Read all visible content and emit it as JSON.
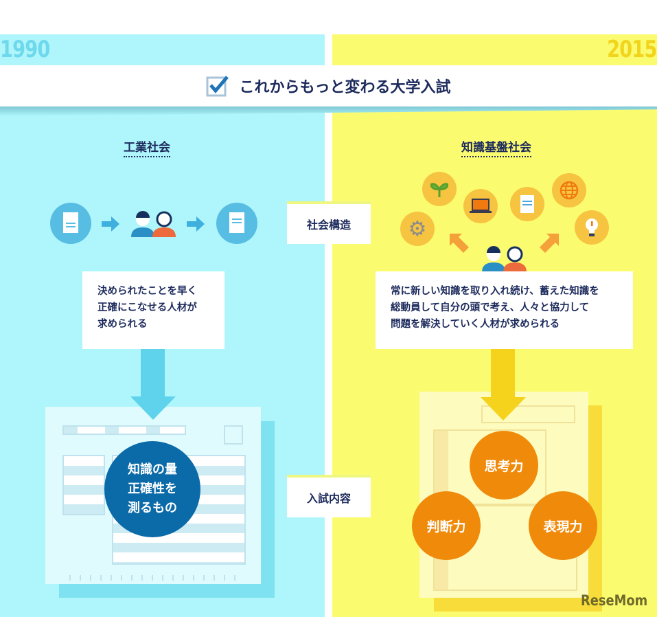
{
  "years": {
    "left": "1990",
    "right": "2015"
  },
  "title": "これからもっと変わる大学入試",
  "left": {
    "heading": "工業社会",
    "description": [
      "決められたことを早く",
      "正確にこなせる人材が",
      "求められる"
    ],
    "exam": [
      "知識の量",
      "正確性を",
      "測るもの"
    ]
  },
  "right": {
    "heading": "知識基盤社会",
    "description": [
      "常に新しい知識を取り入れ続け、蓄えた知識を",
      "総動員して自分の頭で考え、人々と協力して",
      "問題を解決していく人材が求められる"
    ],
    "skills": [
      "思考力",
      "判断力",
      "表現力"
    ]
  },
  "labels": {
    "structure": "社会構造",
    "exam": "入試内容"
  },
  "watermark": "ReseMom",
  "colors": {
    "cyan": "#aef6fb",
    "yellow": "#fbfb70",
    "navy": "#1c2a5c",
    "blue": "#0b6aa8",
    "orange": "#f08a0b",
    "gold": "#f5d31c"
  }
}
